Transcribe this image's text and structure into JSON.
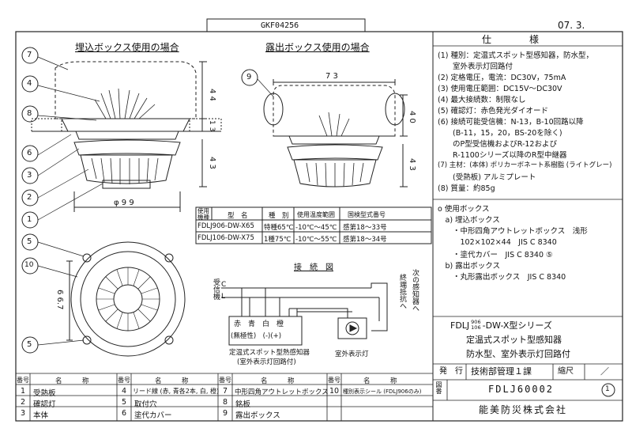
{
  "header": {
    "doc_code": "GKF04256",
    "date": "07. 3."
  },
  "views": {
    "embedded_title": "埋込ボックス使用の場合",
    "exposed_title": "露出ボックス使用の場合",
    "dim_44": "4 4",
    "dim_13": "1 3",
    "dim_43_left": "4 3",
    "dim_99": "φ 9 9",
    "dim_73": "7 3",
    "dim_40": "4 0",
    "dim_43_right": "4 3",
    "dim_667": "6 6.7",
    "callouts_left": [
      "7",
      "4",
      "8",
      "6",
      "3",
      "2",
      "1"
    ],
    "callout_9": "9",
    "callouts_bottom": [
      "5",
      "10",
      "5"
    ]
  },
  "spec": {
    "title": "仕　　　　様",
    "lines": [
      "(1) 種別：定温式スポット型感知器，防水型，",
      "　　室外表示灯回路付",
      "(2) 定格電圧，電流：DC30V，75mA",
      "(3) 使用電圧範囲：DC15V～DC30V",
      "(4) 最大接続数：制限なし",
      "(5) 確認灯：赤色発光ダイオード",
      "(6) 接続可能受信機：N-13，B-10回路以降",
      "　　(B-11，15，20，BS-20を除く)",
      "　　のP型受信機およびR-12および",
      "　　R-1100シリーズ以降のR型中継器",
      "(7) 主材：(本体) ポリカーボネート系樹脂 (ライトグレー)",
      "　　(受熱板) アルミプレート",
      "(8) 質量：約85g"
    ],
    "option_lines": [
      "o 使用ボックス",
      "　a) 埋込ボックス",
      "　　・中形四角アウトレットボックス　浅形",
      "　　　102×102×44　JIS C 8340",
      "　　・塗代カバー　JIS C 8340 ⑤",
      "　b) 露出ボックス",
      "　　・丸形露出ボックス　JIS C 8340"
    ]
  },
  "model_table": {
    "headers": [
      "使用\n機種",
      "型　名",
      "種　別",
      "使用温度範囲",
      "国検型式番号"
    ],
    "rows": [
      [
        "FDLJ906-DW-X65",
        "特種65℃",
        "-10℃～45℃",
        "感第18～33号"
      ],
      [
        "FDLJ106-DW-X75",
        "1種75℃",
        "-10℃～55℃",
        "感第18～34号"
      ]
    ]
  },
  "wiring": {
    "title": "接　続　図",
    "receiver": "受信機",
    "terminals": [
      "C",
      "L"
    ],
    "terminal_labels": "赤　青　白　橙",
    "polarity": "(無極性)　(-)(+)",
    "detector_caption_1": "定温式スポット型熱感知器",
    "detector_caption_2": "(室外表示灯回路付)",
    "lamp_caption": "室外表示灯",
    "next_detector": "次の感知器へ",
    "end_resistor": "終端抵抗へ"
  },
  "title_block": {
    "series_a": "FDLJ",
    "series_sup": "906",
    "series_sub": "106",
    "series_b": "-DW-X型シリーズ",
    "line2": "定温式スポット型感知器",
    "line3": "防水型、室外表示灯回路付",
    "issue_label": "発　行",
    "dept": "技術部管理１課",
    "scale_label": "縮尺",
    "scale_value": "／",
    "drawing_no_label": "図番",
    "drawing_no": "FDLJ60002",
    "revision": "1",
    "company": "能美防災株式会社"
  },
  "parts_table": {
    "headers": [
      "番号",
      "名　　　称"
    ],
    "items": [
      [
        "1",
        "受熱板"
      ],
      [
        "2",
        "確認灯"
      ],
      [
        "3",
        "本体"
      ],
      [
        "4",
        "リード線 (赤, 青各2本, 白, 橙)"
      ],
      [
        "5",
        "取付穴"
      ],
      [
        "6",
        "塗代カバー"
      ],
      [
        "7",
        "中形四角アウトレットボックス"
      ],
      [
        "8",
        "銘板"
      ],
      [
        "9",
        "露出ボックス"
      ],
      [
        "10",
        "種別表示シール (FDLJ906のみ)"
      ]
    ]
  }
}
